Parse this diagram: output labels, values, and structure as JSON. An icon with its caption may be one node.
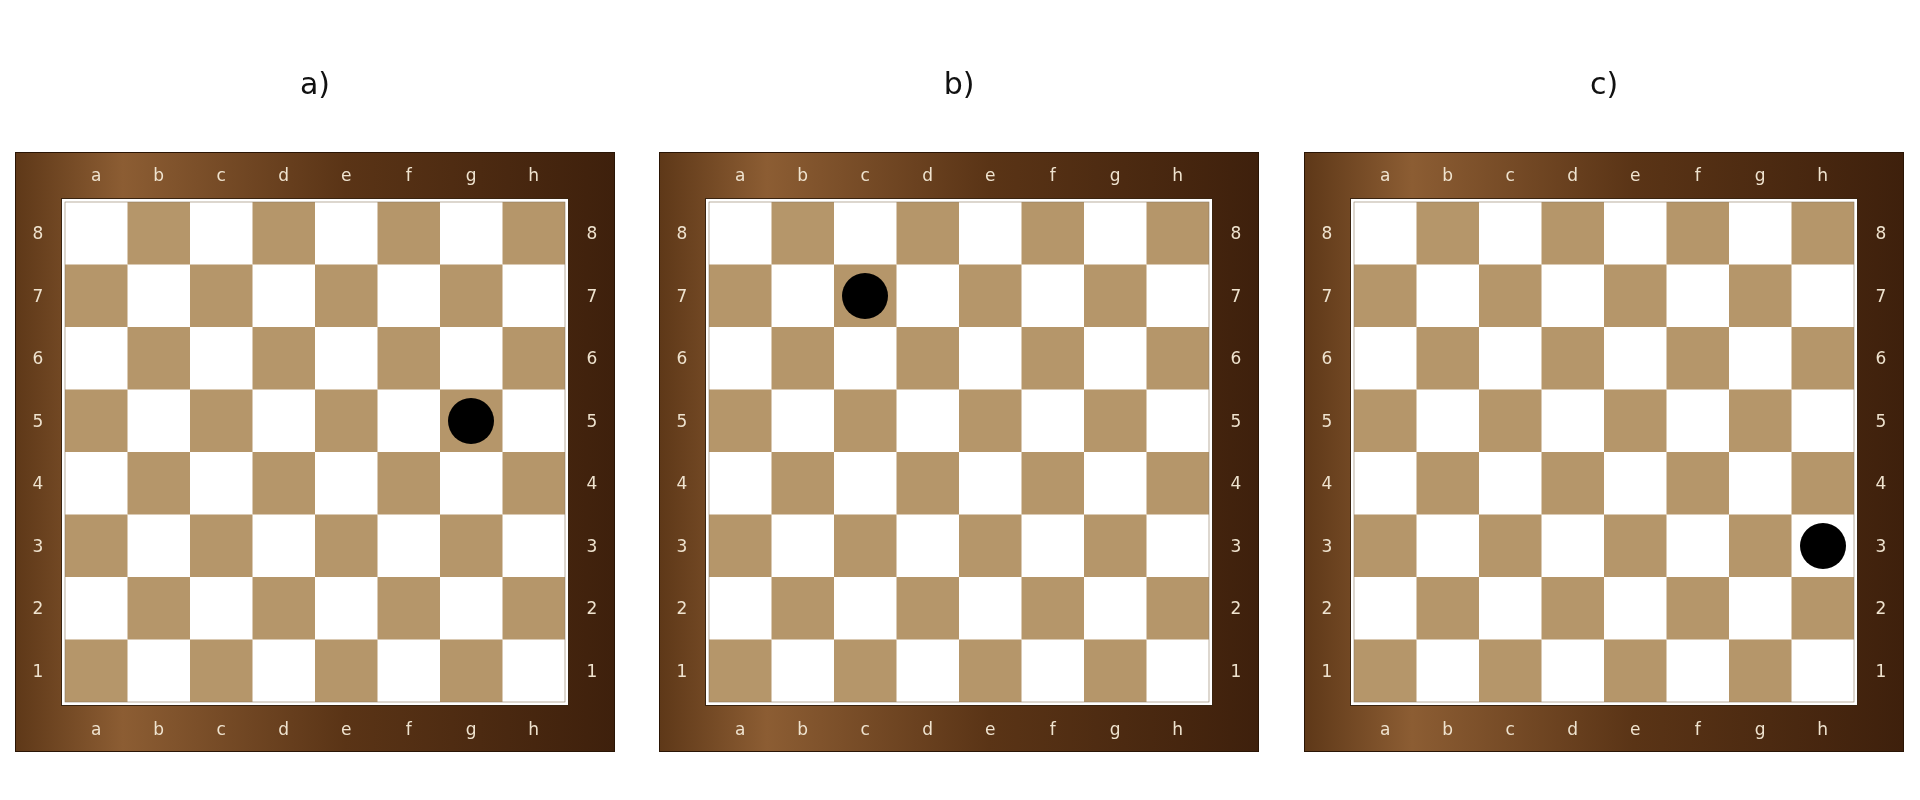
{
  "diagram": {
    "labels": [
      "a)",
      "b)",
      "c)",
      "a",
      "b",
      "c",
      "d",
      "e",
      "f",
      "g",
      "h",
      "8",
      "8",
      "7",
      "7",
      "6",
      "6",
      "5",
      "5",
      "4",
      "4",
      "3",
      "3",
      "2",
      "2",
      "1",
      "1",
      "a",
      "b",
      "c",
      "d",
      "e",
      "f",
      "g",
      "h",
      "a",
      "b",
      "c",
      "d",
      "e",
      "f",
      "g",
      "h",
      "8",
      "8",
      "7",
      "7",
      "6",
      "6",
      "5",
      "5",
      "4",
      "4",
      "3",
      "3",
      "2",
      "2",
      "1",
      "1",
      "a",
      "b",
      "c",
      "d",
      "e",
      "f",
      "g",
      "h",
      "a",
      "b",
      "c",
      "d",
      "e",
      "f",
      "g",
      "h",
      "8",
      "8",
      "7",
      "7",
      "6",
      "6",
      "5",
      "5",
      "4",
      "4",
      "3",
      "3",
      "2",
      "2",
      "1",
      "1",
      "a",
      "b",
      "c",
      "d",
      "e",
      "f",
      "g",
      "h"
    ]
  }
}
